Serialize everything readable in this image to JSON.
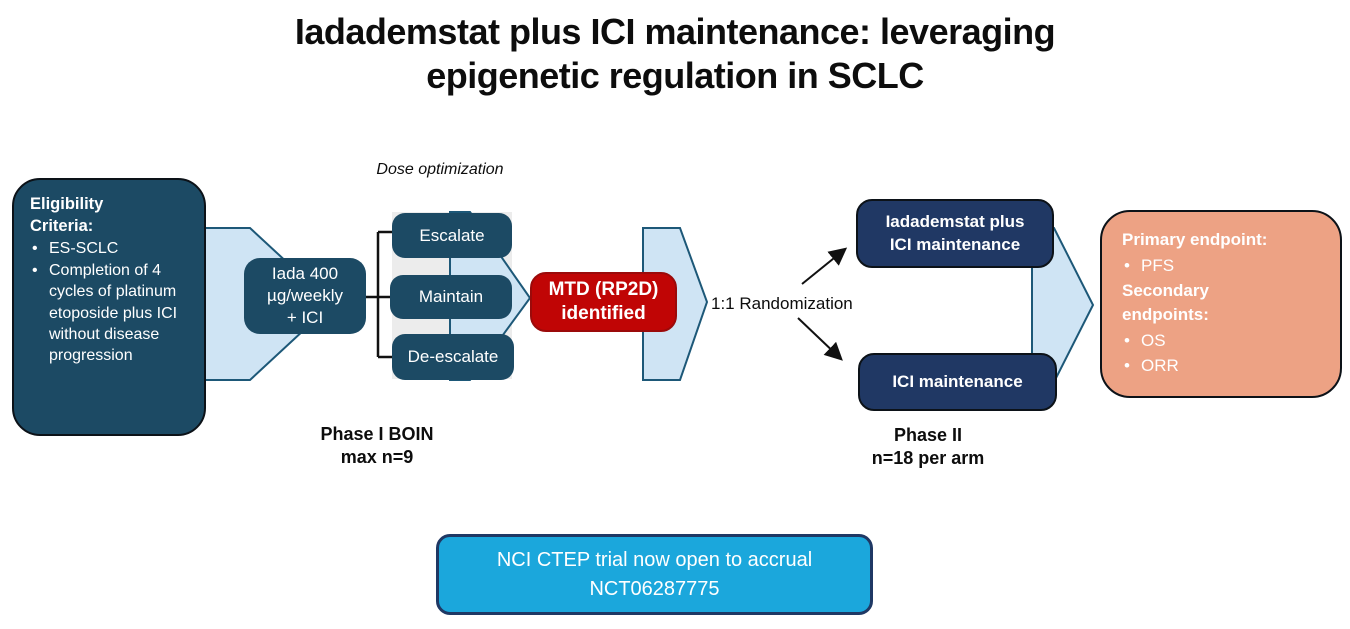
{
  "colors": {
    "teal": "#1c4a64",
    "navy": "#203864",
    "red": "#c00505",
    "red_border": "#9b0a0a",
    "orange": "#eda284",
    "cyan": "#1ba7dc",
    "cyan_border": "#1f3864",
    "chevron_fill": "#cfe4f4",
    "chevron_stroke": "#1d5878",
    "gray_band": "#ececec",
    "dark_border": "#0c1218",
    "text_dark": "#0d0d0d",
    "white": "#ffffff"
  },
  "title": {
    "lines": [
      "Iadademstat plus ICI maintenance: leveraging",
      "epigenetic regulation in SCLC"
    ]
  },
  "eligibility": {
    "heading_lines": [
      "Eligibility",
      "Criteria:"
    ],
    "bullets": [
      "ES-SCLC",
      "Completion of 4 cycles of platinum etoposide plus ICI without disease progression"
    ]
  },
  "phase1": {
    "dose_label": "Dose optimization",
    "start_box_lines": [
      "Iada 400",
      "µg/weekly",
      "+ ICI"
    ],
    "decisions": [
      "Escalate",
      "Maintain",
      "De-escalate"
    ],
    "outcome_lines": [
      "MTD (RP2D)",
      "identified"
    ],
    "caption_lines": [
      "Phase I BOIN",
      "max n=9"
    ]
  },
  "randomization_label": "1:1 Randomization",
  "phase2": {
    "arm1_lines": [
      "Iadademstat plus",
      "ICI maintenance"
    ],
    "arm2_label": "ICI maintenance",
    "caption_lines": [
      "Phase II",
      "n=18 per arm"
    ]
  },
  "endpoints": {
    "primary_heading": "Primary endpoint:",
    "primary_bullets": [
      "PFS"
    ],
    "secondary_heading_lines": [
      "Secondary",
      "endpoints:"
    ],
    "secondary_bullets": [
      "OS",
      "ORR"
    ]
  },
  "footer": {
    "lines": [
      "NCI CTEP trial now open to accrual",
      "NCT06287775"
    ]
  }
}
